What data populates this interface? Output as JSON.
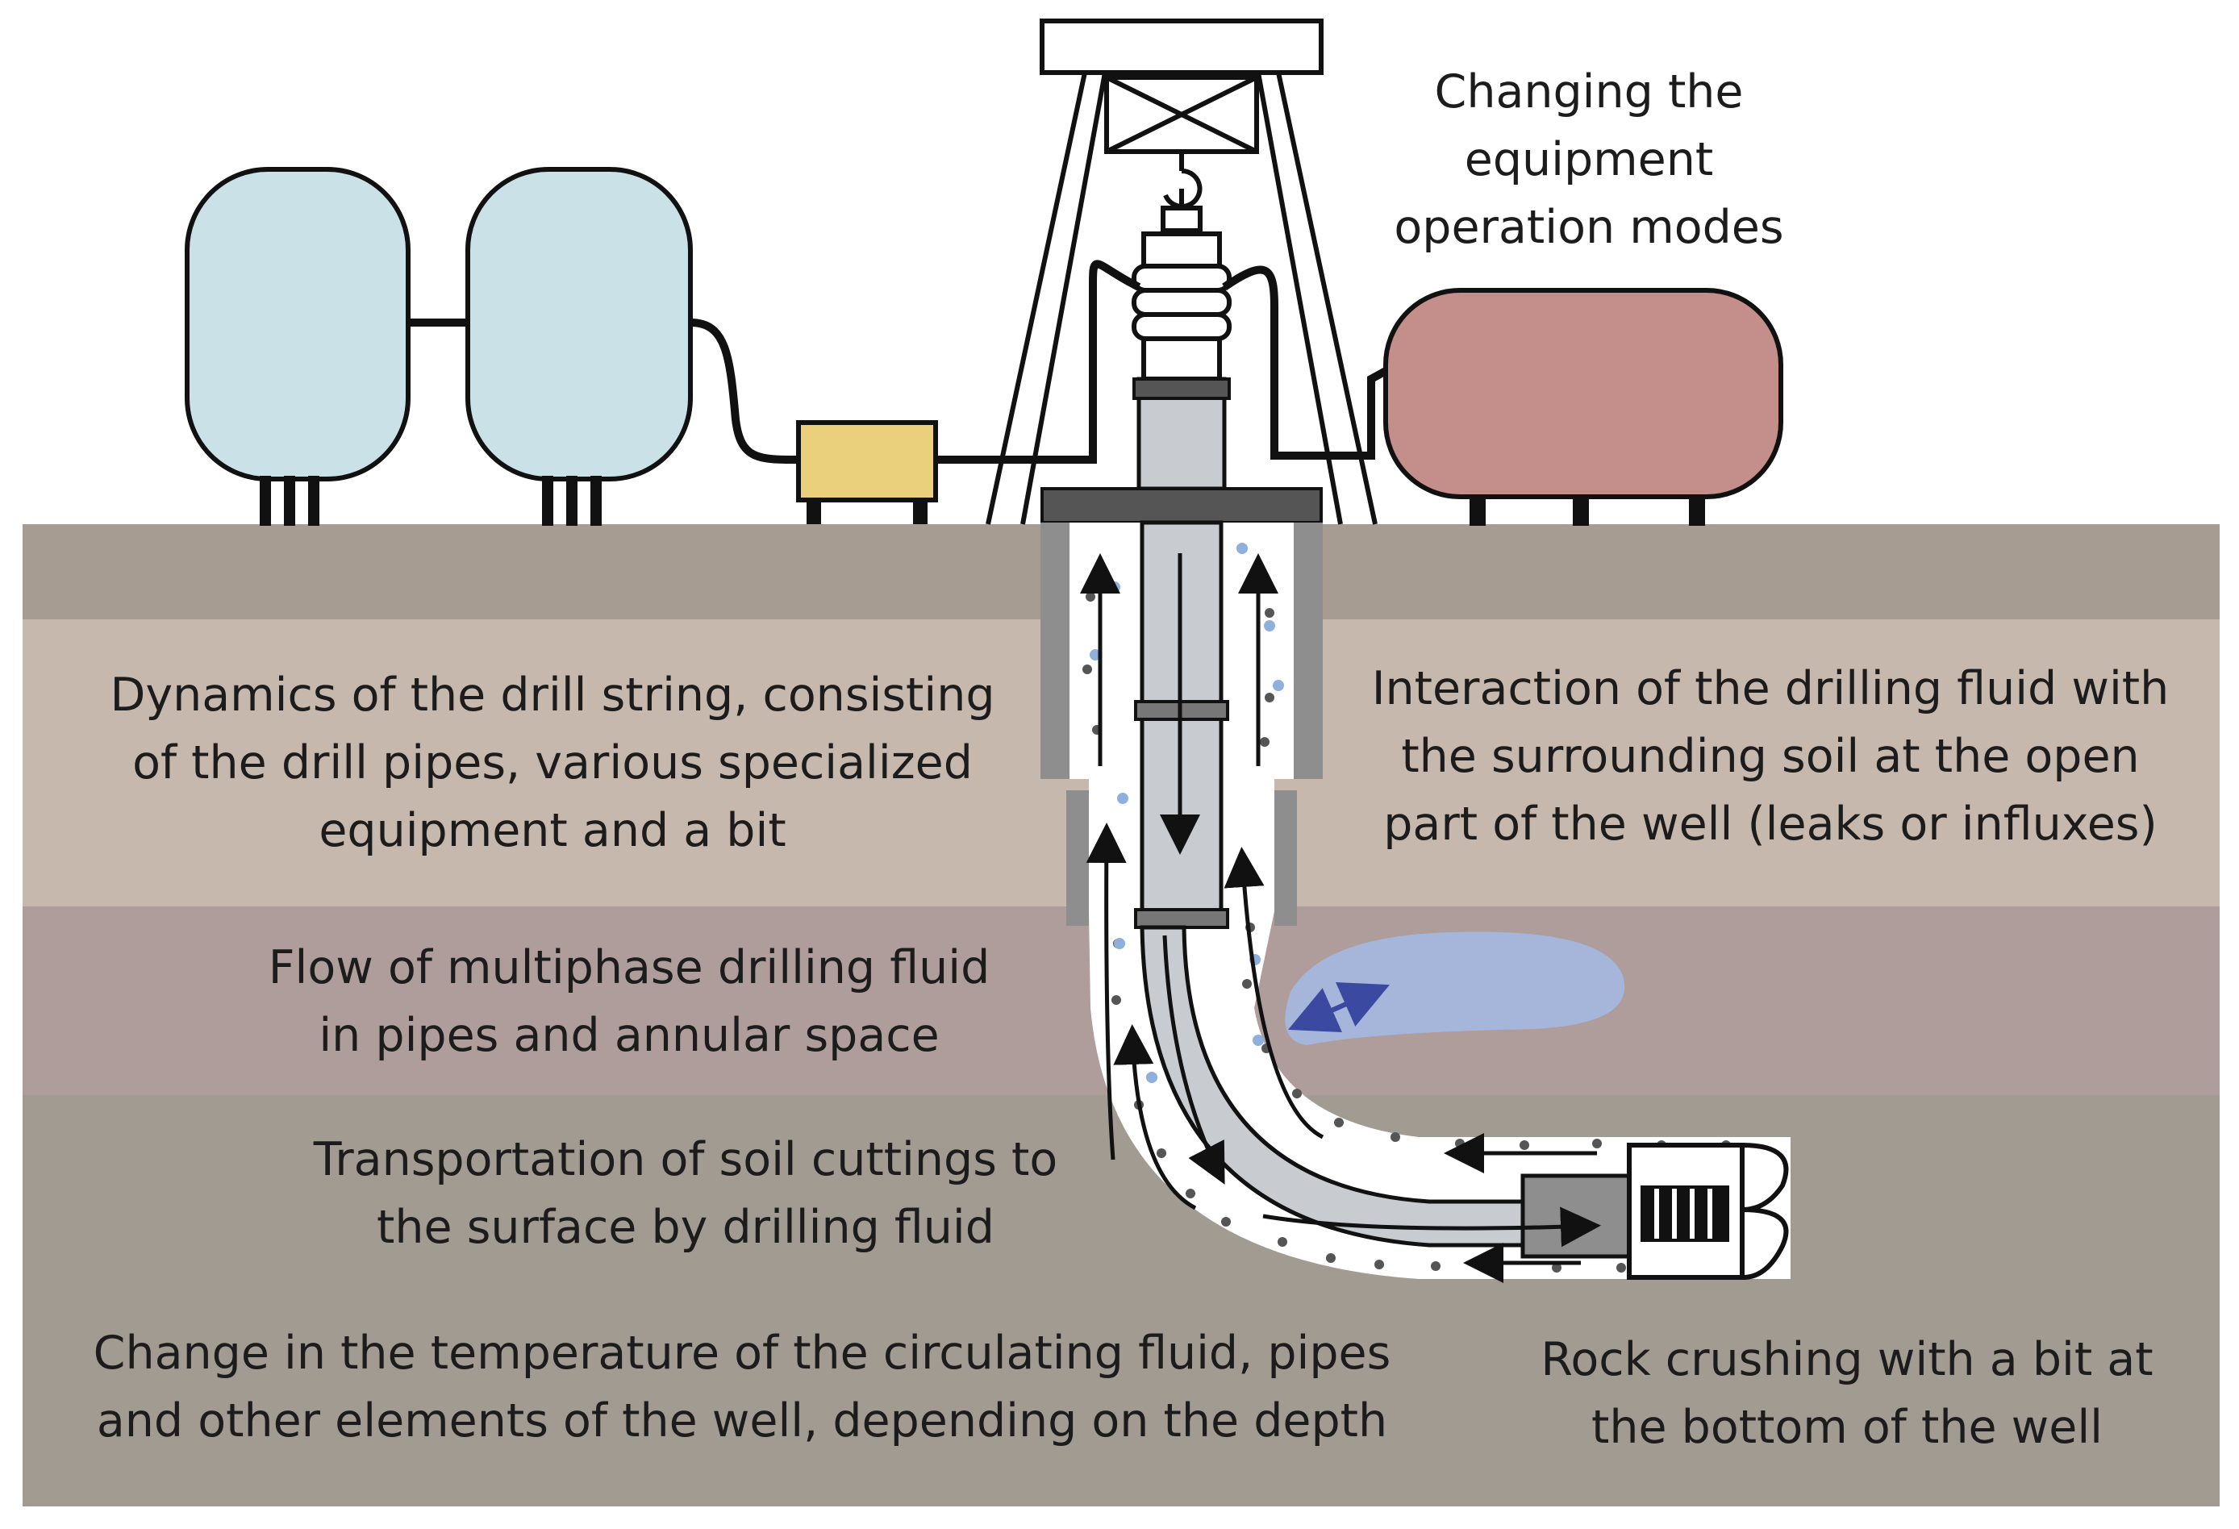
{
  "labels": {
    "equipment_modes": [
      "Changing the",
      "equipment",
      "operation modes"
    ],
    "drill_string": [
      "Dynamics of the drill string, consisting",
      "of the drill pipes, various specialized",
      "equipment and a bit"
    ],
    "fluid_soil": [
      "Interaction of the drilling fluid with",
      "the surrounding soil at the open",
      "part of the well (leaks or influxes)"
    ],
    "multiphase_flow": [
      "Flow of multiphase drilling fluid",
      "in pipes and annular space"
    ],
    "cuttings": [
      "Transportation of soil cuttings to",
      "the surface by drilling fluid"
    ],
    "temperature": [
      "Change in the temperature of the circulating fluid, pipes",
      "and other elements of the well, depending on the depth"
    ],
    "rock_crushing": [
      "Rock crushing with a bit at",
      "the bottom of the well"
    ]
  },
  "colors": {
    "sky": "#ffffff",
    "layer_top": "#a69c91",
    "layer_light": "#c7b8ad",
    "layer_mauve": "#ae9d9a",
    "layer_bottom": "#a19b92",
    "tank_blue": "#c9e1e7",
    "tank_red": "#c48e8a",
    "pump_yellow": "#ead07d",
    "pipe_grey": "#c8ccd0",
    "casing_grey": "#8e8e8e",
    "influx_blue": "#a6b6db",
    "arrow_blue": "#3b4aa0",
    "outline": "#111111"
  }
}
